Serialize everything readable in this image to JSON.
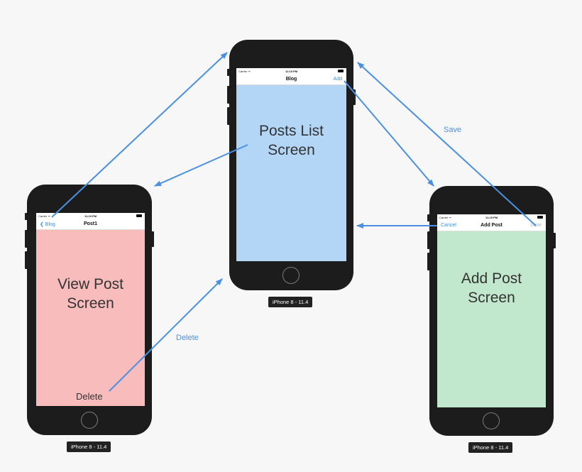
{
  "diagram": {
    "arrow_color": "#4a90e2",
    "segue_labels": {
      "save": "Save",
      "delete": "Delete"
    },
    "device_label": "iPhone 8 - 11.4"
  },
  "screens": {
    "posts_list": {
      "status": {
        "carrier": "Carrier ᯤ",
        "time": "11:19 PM"
      },
      "nav": {
        "title": "Blog",
        "right": "Add"
      },
      "label_line1": "Posts List",
      "label_line2": "Screen",
      "background": "#b3d6f7",
      "device_label": "iPhone 8 - 11.4"
    },
    "view_post": {
      "status": {
        "carrier": "Carrier ᯤ",
        "time": "11:19 PM"
      },
      "nav": {
        "back": "❮ Blog",
        "title": "Post1"
      },
      "label_line1": "View Post",
      "label_line2": "Screen",
      "delete_label": "Delete",
      "background": "#f7bcbb",
      "device_label": "iPhone 8 - 11.4"
    },
    "add_post": {
      "status": {
        "carrier": "Carrier ᯤ",
        "time": "11:19 PM"
      },
      "nav": {
        "left": "Cancel",
        "title": "Add Post",
        "right": "Save"
      },
      "label_line1": "Add Post",
      "label_line2": "Screen",
      "background": "#c1e7cd",
      "device_label": "iPhone 8 - 11.4"
    }
  }
}
